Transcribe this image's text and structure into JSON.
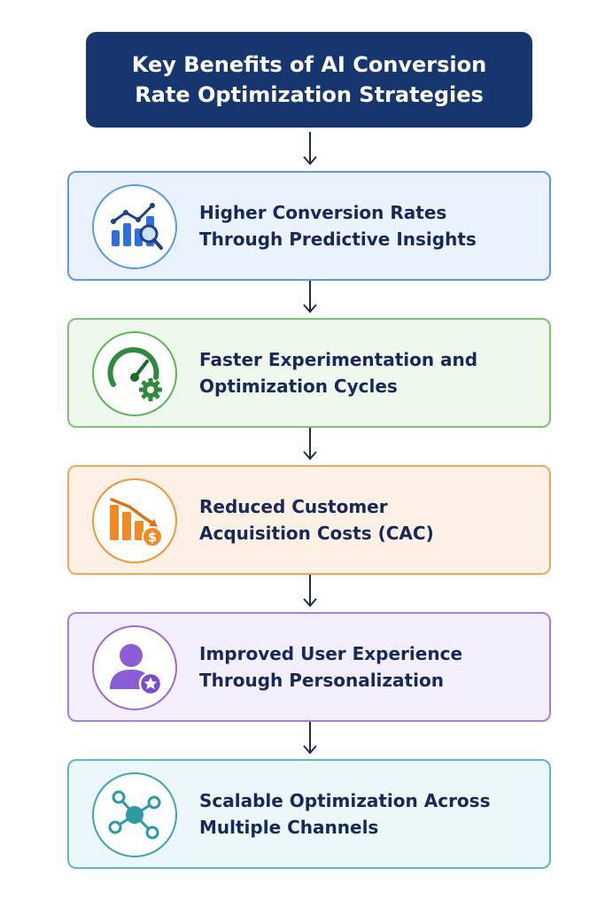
{
  "title": {
    "line1": "Key Benefits of AI Conversion",
    "line2": "Rate Optimization Strategies"
  },
  "benefits": [
    {
      "line1": "Higher Conversion Rates",
      "line2": "Through Predictive Insights",
      "icon": "chart-magnifier-icon",
      "color": "#2f6fdc"
    },
    {
      "line1": "Faster Experimentation and",
      "line2": "Optimization Cycles",
      "icon": "speedometer-gear-icon",
      "color": "#2e8b3e"
    },
    {
      "line1": "Reduced Customer",
      "line2": "Acquisition Costs (CAC)",
      "icon": "declining-bars-dollar-icon",
      "color": "#f08a24"
    },
    {
      "line1": "Improved User Experience",
      "line2": "Through Personalization",
      "icon": "user-star-icon",
      "color": "#8a5cd6"
    },
    {
      "line1": "Scalable Optimization Across",
      "line2": "Multiple Channels",
      "icon": "network-nodes-icon",
      "color": "#2a9aa6"
    }
  ]
}
